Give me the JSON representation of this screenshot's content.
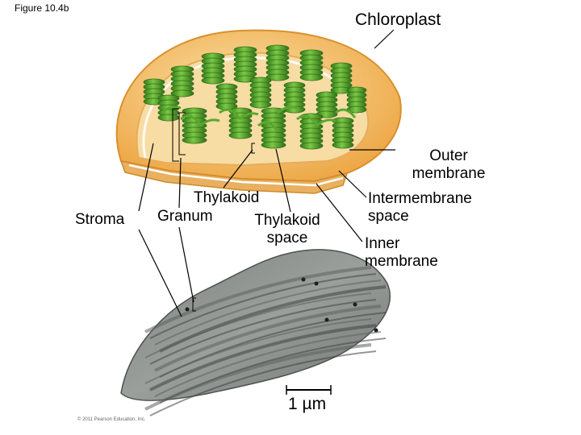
{
  "figure_label": "Figure 10.4b",
  "labels": {
    "chloroplast": "Chloroplast",
    "thylakoid": "Thylakoid",
    "stroma": "Stroma",
    "granum": "Granum",
    "thylakoid_space": "Thylakoid space",
    "outer_membrane": "Outer membrane",
    "intermembrane_space": "Intermembrane space",
    "inner_membrane": "Inner membrane"
  },
  "scale_bar": "1 µm",
  "copyright": "© 2011 Pearson Education, Inc.",
  "colors": {
    "outer_membrane": "#f0a640",
    "stroma": "#f6d79b",
    "granum": "#5aa82f",
    "granum_dark": "#2f6e18",
    "micrograph": "#8a8f8c"
  }
}
